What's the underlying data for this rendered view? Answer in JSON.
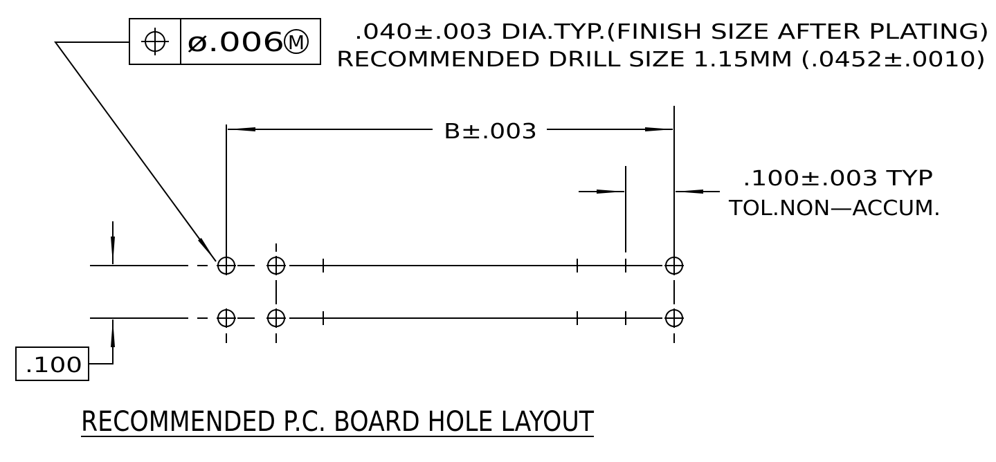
{
  "fcf": {
    "symbol_icon": "position-tolerance-icon",
    "tolerance_prefix": "ø.006",
    "modifier": "M"
  },
  "notes": {
    "hole_size": ".040±.003 DIA.TYP.(FINISH SIZE AFTER PLATING)",
    "drill_size": "RECOMMENDED DRILL SIZE 1.15MM (.0452±.0010)",
    "pitch_typ": ".100±.003 TYP",
    "pitch_tol": "TOL.NON—ACCUM."
  },
  "dimensions": {
    "overall": "B±.003",
    "row_spacing": ".100"
  },
  "title": "RECOMMENDED P.C. BOARD HOLE LAYOUT",
  "colors": {
    "ink": "#000000",
    "background": "#ffffff"
  }
}
